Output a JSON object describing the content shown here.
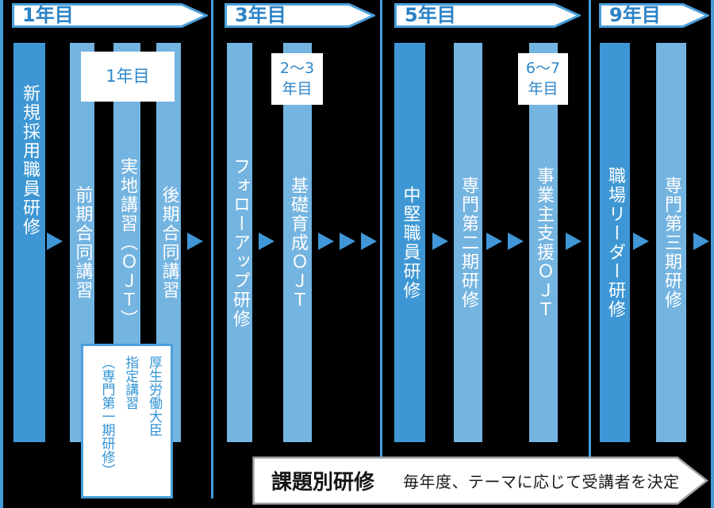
{
  "colors": {
    "background": "#000000",
    "bar_dark": "#3e97d4",
    "bar_light": "#74b4e1",
    "divider_line": "#469cd9",
    "arrow": "#4096d6",
    "banner_border": "#4a9fda",
    "banner_text": "#2b82c6",
    "note_text": "#2e86c9",
    "bottom_border": "#9da2a7",
    "bottom_text": "#151515"
  },
  "sections": [
    {
      "banner": "1年目",
      "bars": [
        "新規採用職員研修",
        "前期合同講習",
        "実地講習（ＯＪＴ）",
        "後期合同講習"
      ],
      "period_note": "1年目",
      "cert_note_lines": [
        "厚生労働大臣",
        "指定講習",
        "（専門第一期研修）"
      ]
    },
    {
      "banner": "3年目",
      "bars": [
        "フォローアップ研修",
        "基礎育成ＯＪＴ"
      ],
      "period_note_lines": [
        "2〜3",
        "年目"
      ]
    },
    {
      "banner": "5年目",
      "bars": [
        "中堅職員研修",
        "専門第二期研修",
        "事業主支援ＯＪＴ"
      ],
      "period_note_lines": [
        "6〜7",
        "年目"
      ]
    },
    {
      "banner": "9年目",
      "bars": [
        "職場リーダー研修",
        "専門第三期研修"
      ]
    }
  ],
  "bottom_banner": {
    "title": "課題別研修",
    "description": "毎年度、テーマに応じて受講者を決定"
  }
}
